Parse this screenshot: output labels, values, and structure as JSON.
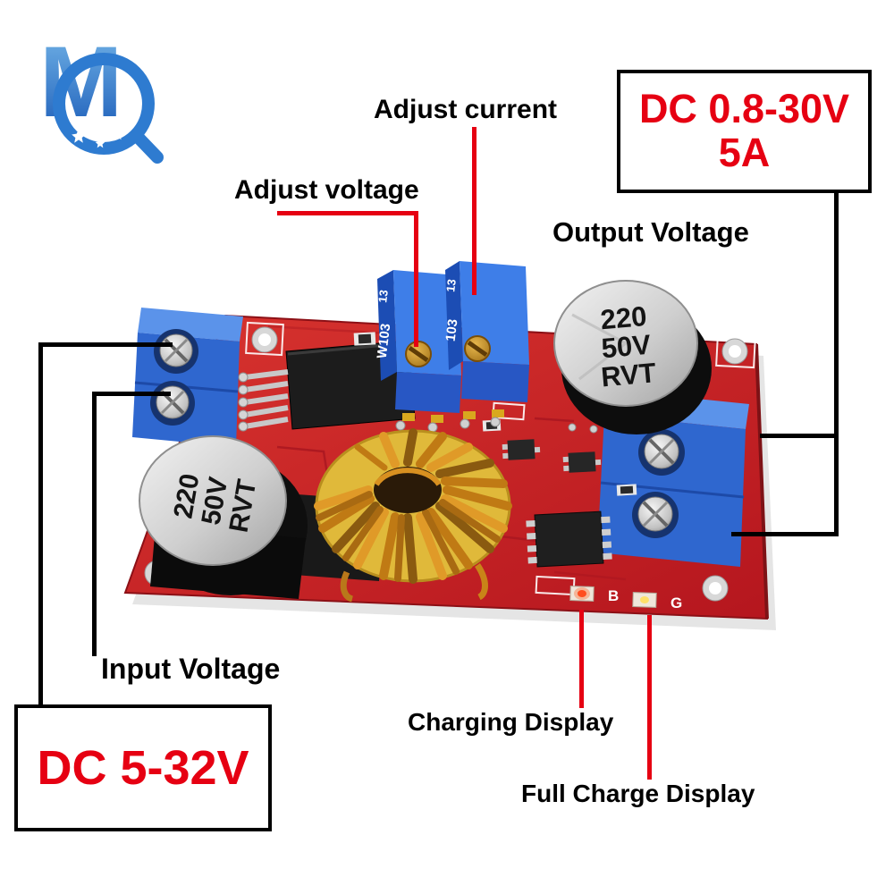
{
  "logo": {
    "letter": "M"
  },
  "annotations": {
    "adjust_current": "Adjust current",
    "adjust_voltage": "Adjust voltage",
    "output_voltage": "Output Voltage",
    "input_voltage": "Input Voltage",
    "charging_display": "Charging Display",
    "full_charge_display": "Full Charge Display"
  },
  "boxes": {
    "output": {
      "line1": "DC 0.8-30V",
      "line2": "5A"
    },
    "input": {
      "line1": "DC 5-32V"
    }
  },
  "module": {
    "cap_output": {
      "l1": "220",
      "l2": "50V",
      "l3": "RVT"
    },
    "cap_input": {
      "l1": "220",
      "l2": "50V",
      "l3": "RVT"
    },
    "pot_left": {
      "side": "W103",
      "code": "13"
    },
    "pot_right": {
      "side": "103",
      "code": "13"
    },
    "led_charging_label": "B",
    "led_full_label": "G"
  },
  "colors": {
    "label_red": "#e60012",
    "leader_black": "#000000",
    "pcb_red": "#d2262c",
    "terminal_blue": "#2f67cf",
    "pot_blue": "#3e7ee8",
    "copper": "#c07a14"
  }
}
